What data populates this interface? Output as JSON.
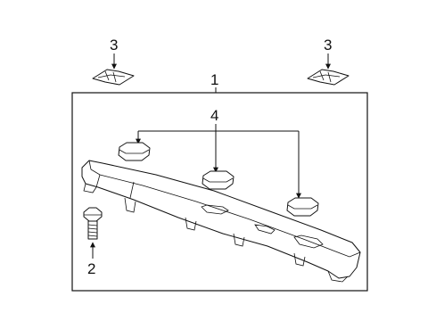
{
  "callouts": {
    "part_1": "1",
    "part_2": "2",
    "part_3_left": "3",
    "part_3_right": "3",
    "part_4": "4"
  },
  "icons": [
    "clip-icon",
    "bolt-icon",
    "retainer-icon",
    "beam-icon"
  ]
}
